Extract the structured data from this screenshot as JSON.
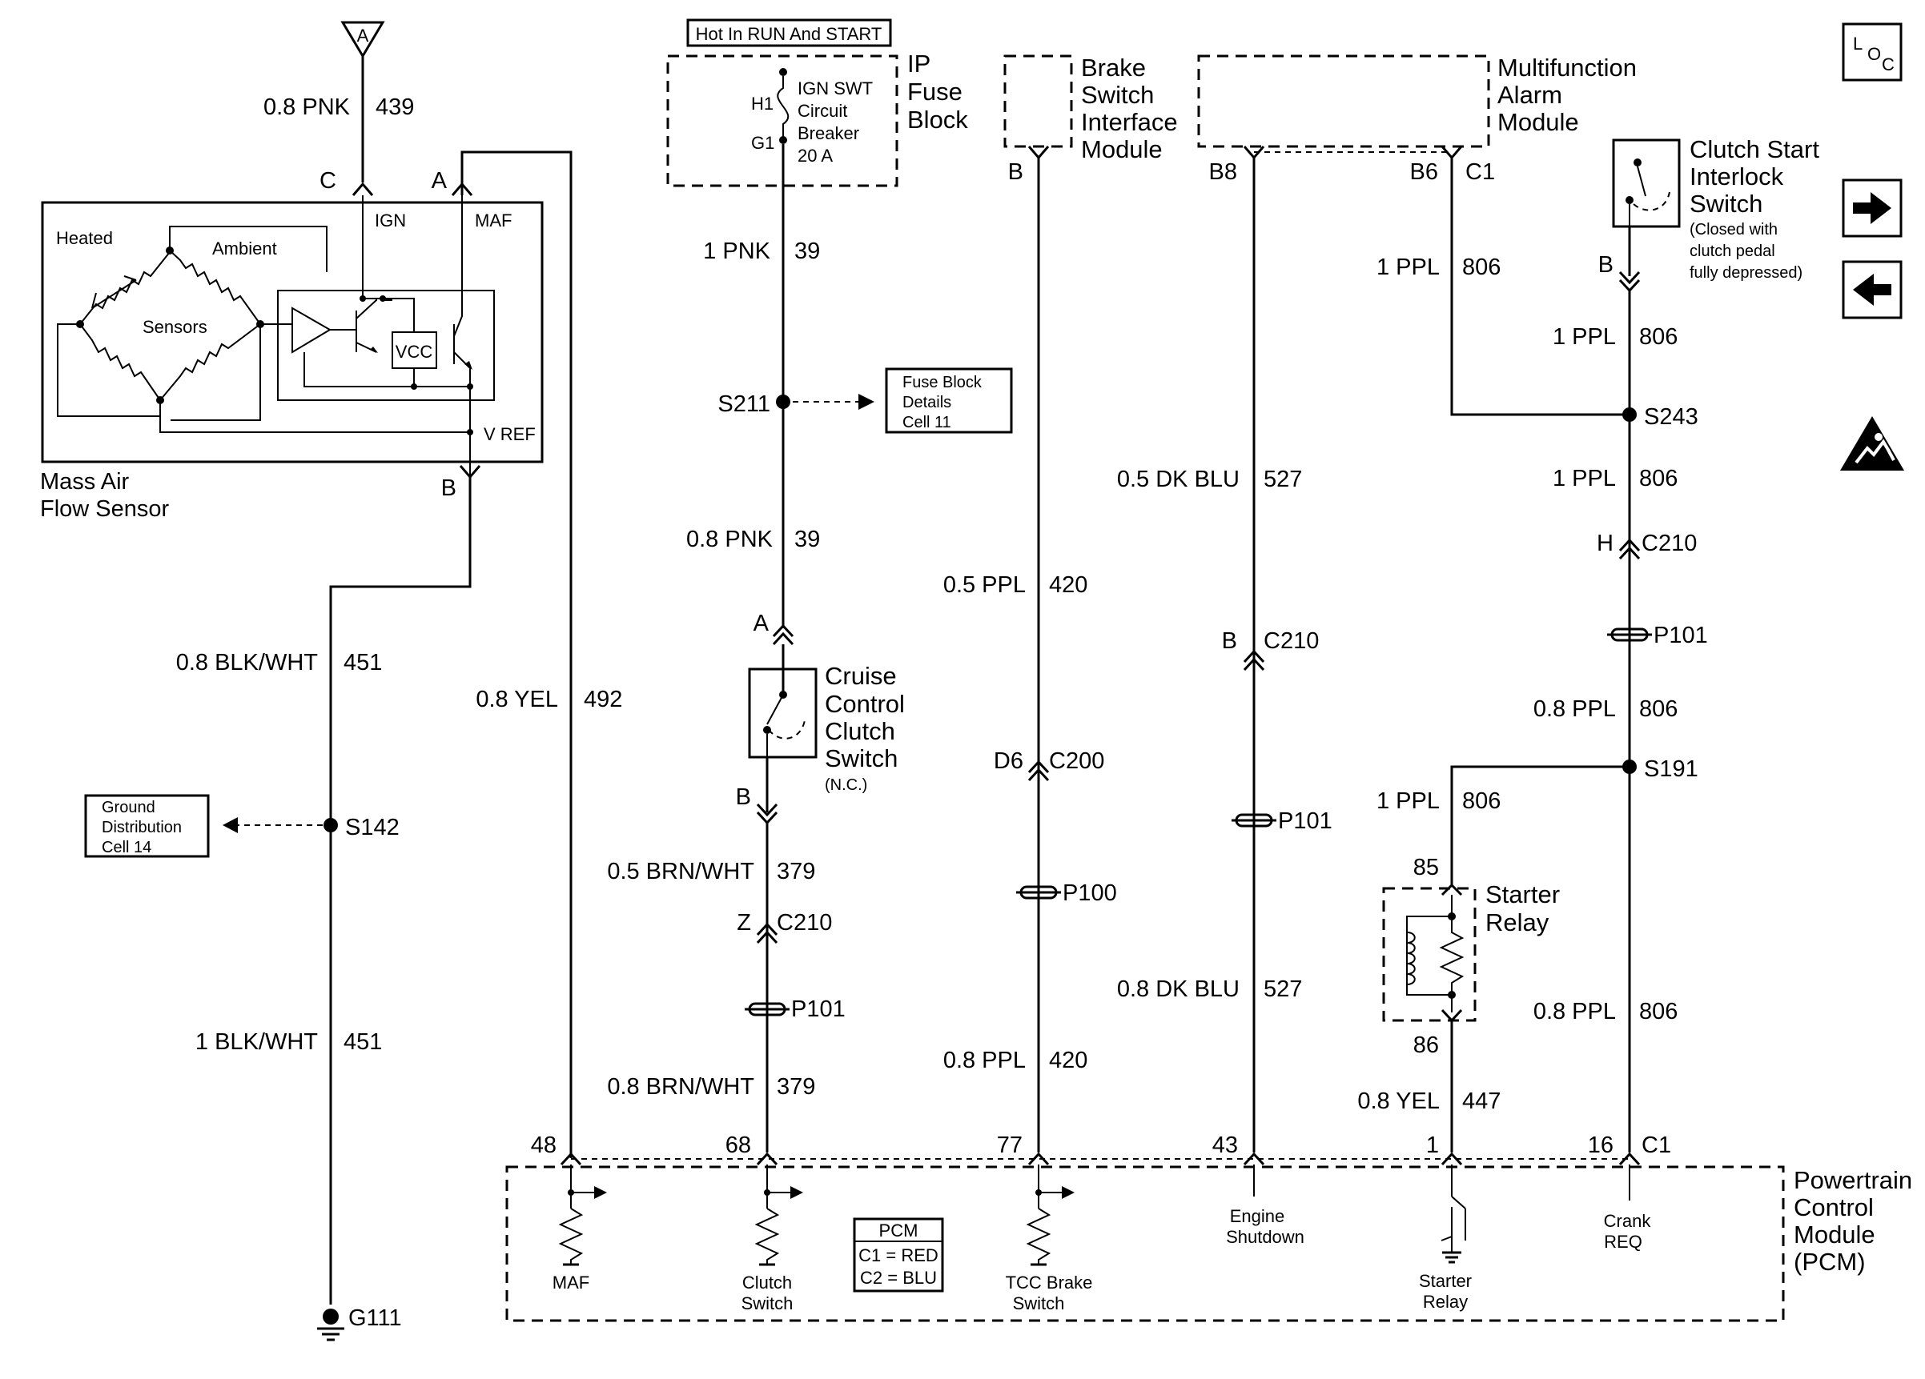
{
  "labels": {
    "conn_a_top": "A",
    "wire_pnk_439_gauge": "0.8 PNK",
    "wire_pnk_439_circuit": "439",
    "maf_pin_c": "C",
    "maf_pin_a": "A",
    "maf_ign": "IGN",
    "maf_maf": "MAF",
    "maf_heated": "Heated",
    "maf_ambient": "Ambient",
    "maf_sensors": "Sensors",
    "maf_vcc": "VCC",
    "maf_vref": "V REF",
    "maf_pin_b": "B",
    "maf_name_1": "Mass Air",
    "maf_name_2": "Flow Sensor",
    "wire_451a_gauge": "0.8 BLK/WHT",
    "wire_451a_circuit": "451",
    "wire_492_gauge": "0.8 YEL",
    "wire_492_circuit": "492",
    "ground_dist_1": "Ground",
    "ground_dist_2": "Distribution",
    "ground_dist_3": "Cell 14",
    "s142": "S142",
    "wire_451b_gauge": "1 BLK/WHT",
    "wire_451b_circuit": "451",
    "g111": "G111",
    "hot_in_run": "Hot In RUN And START",
    "ip_fuse_1": "IP",
    "ip_fuse_2": "Fuse",
    "ip_fuse_3": "Block",
    "breaker_1": "IGN SWT",
    "breaker_2": "Circuit",
    "breaker_3": "Breaker",
    "breaker_4": "20 A",
    "h1": "H1",
    "g1": "G1",
    "wire_39a_gauge": "1 PNK",
    "wire_39a_circuit": "39",
    "s211": "S211",
    "fuse_details_1": "Fuse Block",
    "fuse_details_2": "Details",
    "fuse_details_3": "Cell 11",
    "wire_39b_gauge": "0.8 PNK",
    "wire_39b_circuit": "39",
    "ccs_pin_a": "A",
    "ccs_1": "Cruise",
    "ccs_2": "Control",
    "ccs_3": "Clutch",
    "ccs_4": "Switch",
    "ccs_5": "(N.C.)",
    "ccs_pin_b": "B",
    "wire_379a_gauge": "0.5 BRN/WHT",
    "wire_379a_circuit": "379",
    "c210_z_pin": "Z",
    "c210_z": "C210",
    "p101_a": "P101",
    "wire_379b_gauge": "0.8 BRN/WHT",
    "wire_379b_circuit": "379",
    "bsim_1": "Brake",
    "bsim_2": "Switch",
    "bsim_3": "Interface",
    "bsim_4": "Module",
    "bsim_pin_b": "B",
    "wire_420a_gauge": "0.5 PPL",
    "wire_420a_circuit": "420",
    "c200_pin": "D6",
    "c200": "C200",
    "p100": "P100",
    "wire_420b_gauge": "0.8 PPL",
    "wire_420b_circuit": "420",
    "mam_1": "Multifunction",
    "mam_2": "Alarm",
    "mam_3": "Module",
    "mam_pin_b8": "B8",
    "mam_pin_b6": "B6",
    "mam_c1": "C1",
    "wire_806a_gauge": "1 PPL",
    "wire_806a_circuit": "806",
    "wire_527a_gauge": "0.5 DK BLU",
    "wire_527a_circuit": "527",
    "c210_b_pin": "B",
    "c210_b": "C210",
    "p101_b": "P101",
    "wire_527b_gauge": "0.8 DK BLU",
    "wire_527b_circuit": "527",
    "csis_1": "Clutch Start",
    "csis_2": "Interlock",
    "csis_3": "Switch",
    "csis_4": "(Closed with",
    "csis_5": "clutch pedal",
    "csis_6": "fully depressed)",
    "csis_pin_b": "B",
    "wire_806b_gauge": "1 PPL",
    "wire_806b_circuit": "806",
    "s243": "S243",
    "wire_806c_gauge": "1 PPL",
    "wire_806c_circuit": "806",
    "c210_h_pin": "H",
    "c210_h": "C210",
    "p101_c": "P101",
    "wire_806d_gauge": "0.8 PPL",
    "wire_806d_circuit": "806",
    "s191": "S191",
    "wire_806e_gauge": "1 PPL",
    "wire_806e_circuit": "806",
    "relay_85": "85",
    "relay_1": "Starter",
    "relay_2": "Relay",
    "relay_86": "86",
    "wire_806f_gauge": "0.8 PPL",
    "wire_806f_circuit": "806",
    "wire_447_gauge": "0.8 YEL",
    "wire_447_circuit": "447",
    "pcm_pin_48": "48",
    "pcm_pin_68": "68",
    "pcm_pin_77": "77",
    "pcm_pin_43": "43",
    "pcm_pin_1": "1",
    "pcm_pin_16": "16",
    "pcm_c1": "C1",
    "pcm_maf": "MAF",
    "pcm_clutch_1": "Clutch",
    "pcm_clutch_2": "Switch",
    "pcm_box_title": "PCM",
    "pcm_box_c1": "C1 = RED",
    "pcm_box_c2": "C2 = BLU",
    "pcm_tcc_1": "TCC Brake",
    "pcm_tcc_2": "Switch",
    "pcm_eng_1": "Engine",
    "pcm_eng_2": "Shutdown",
    "pcm_starter_1": "Starter",
    "pcm_starter_2": "Relay",
    "pcm_crank_1": "Crank",
    "pcm_crank_2": "REQ",
    "pcm_1": "Powertrain",
    "pcm_2": "Control",
    "pcm_3": "Module",
    "pcm_4": "(PCM)",
    "loc_l": "L",
    "loc_o": "O",
    "loc_c": "C"
  },
  "icons": {
    "loc": "loc-icon",
    "next": "arrow-right-icon",
    "prev": "arrow-left-icon",
    "esd": "esd-warning-icon"
  }
}
